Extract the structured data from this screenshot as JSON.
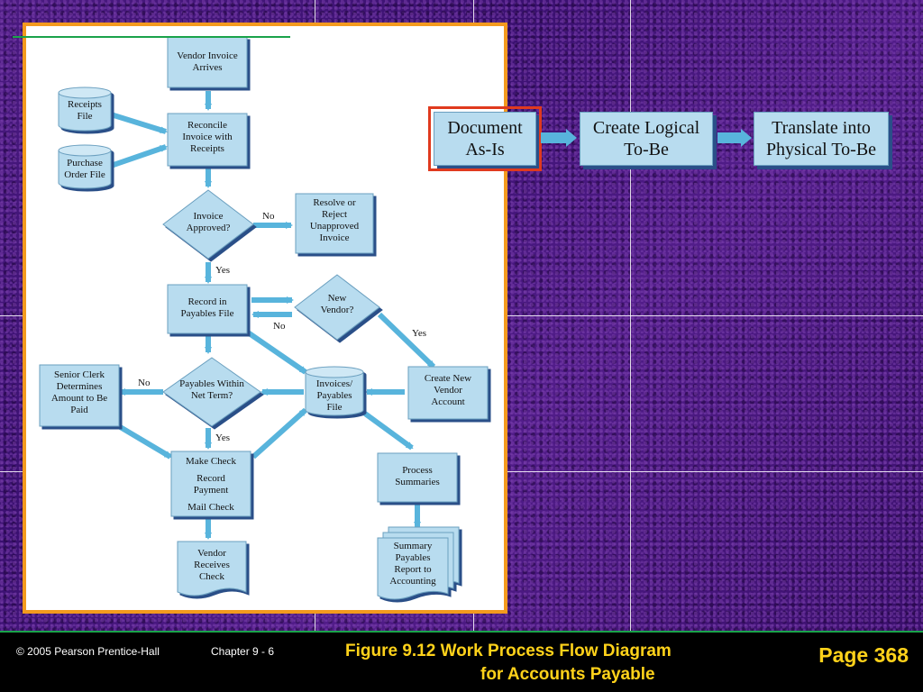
{
  "flowchart": {
    "vendor_invoice_arrives": "Vendor Invoice\nArrives",
    "receipts_file": "Receipts\nFile",
    "purchase_order_file": "Purchase\nOrder File",
    "reconcile_invoice": "Reconcile\nInvoice with\nReceipts",
    "invoice_approved": "Invoice\nApproved?",
    "no_label_1": "No",
    "resolve_reject": "Resolve or\nReject\nUnapproved\nInvoice",
    "yes_label_1": "Yes",
    "record_payables": "Record in\nPayables File",
    "new_vendor": "New\nVendor?",
    "no_label_2": "No",
    "yes_label_2": "Yes",
    "senior_clerk": "Senior Clerk\nDetermines\nAmount to Be\nPaid",
    "no_label_3": "No",
    "payables_within": "Payables Within\nNet Term?",
    "invoices_payables_file": "Invoices/\nPayables\nFile",
    "create_new_vendor": "Create New\nVendor\nAccount",
    "yes_label_3": "Yes",
    "make_check": "Make Check",
    "record_payment": "Record\nPayment",
    "mail_check": "Mail Check",
    "process_summaries": "Process\nSummaries",
    "vendor_receives_check": "Vendor\nReceives\nCheck",
    "summary_report": "Summary\nPayables\nReport to\nAccounting"
  },
  "process_steps": {
    "document_as_is": "Document\nAs-Is",
    "create_logical": "Create Logical\nTo-Be",
    "translate_physical": "Translate into\nPhysical To-Be"
  },
  "footer": {
    "copyright": "© 2005  Pearson Prentice-Hall",
    "chapter": "Chapter 9 - 6",
    "caption_line1": "Figure 9.12   Work Process Flow Diagram",
    "caption_line2": "for Accounts Payable",
    "page": "Page 368"
  },
  "colors": {
    "box_fill": "#b8dcef",
    "arrow": "#58b4dc",
    "box_shadow": "#2a4f88",
    "highlight": "#e03a1e",
    "panel_border": "#f39a1e",
    "caption": "#ffd21a",
    "footer_rule": "#1aa34a"
  }
}
